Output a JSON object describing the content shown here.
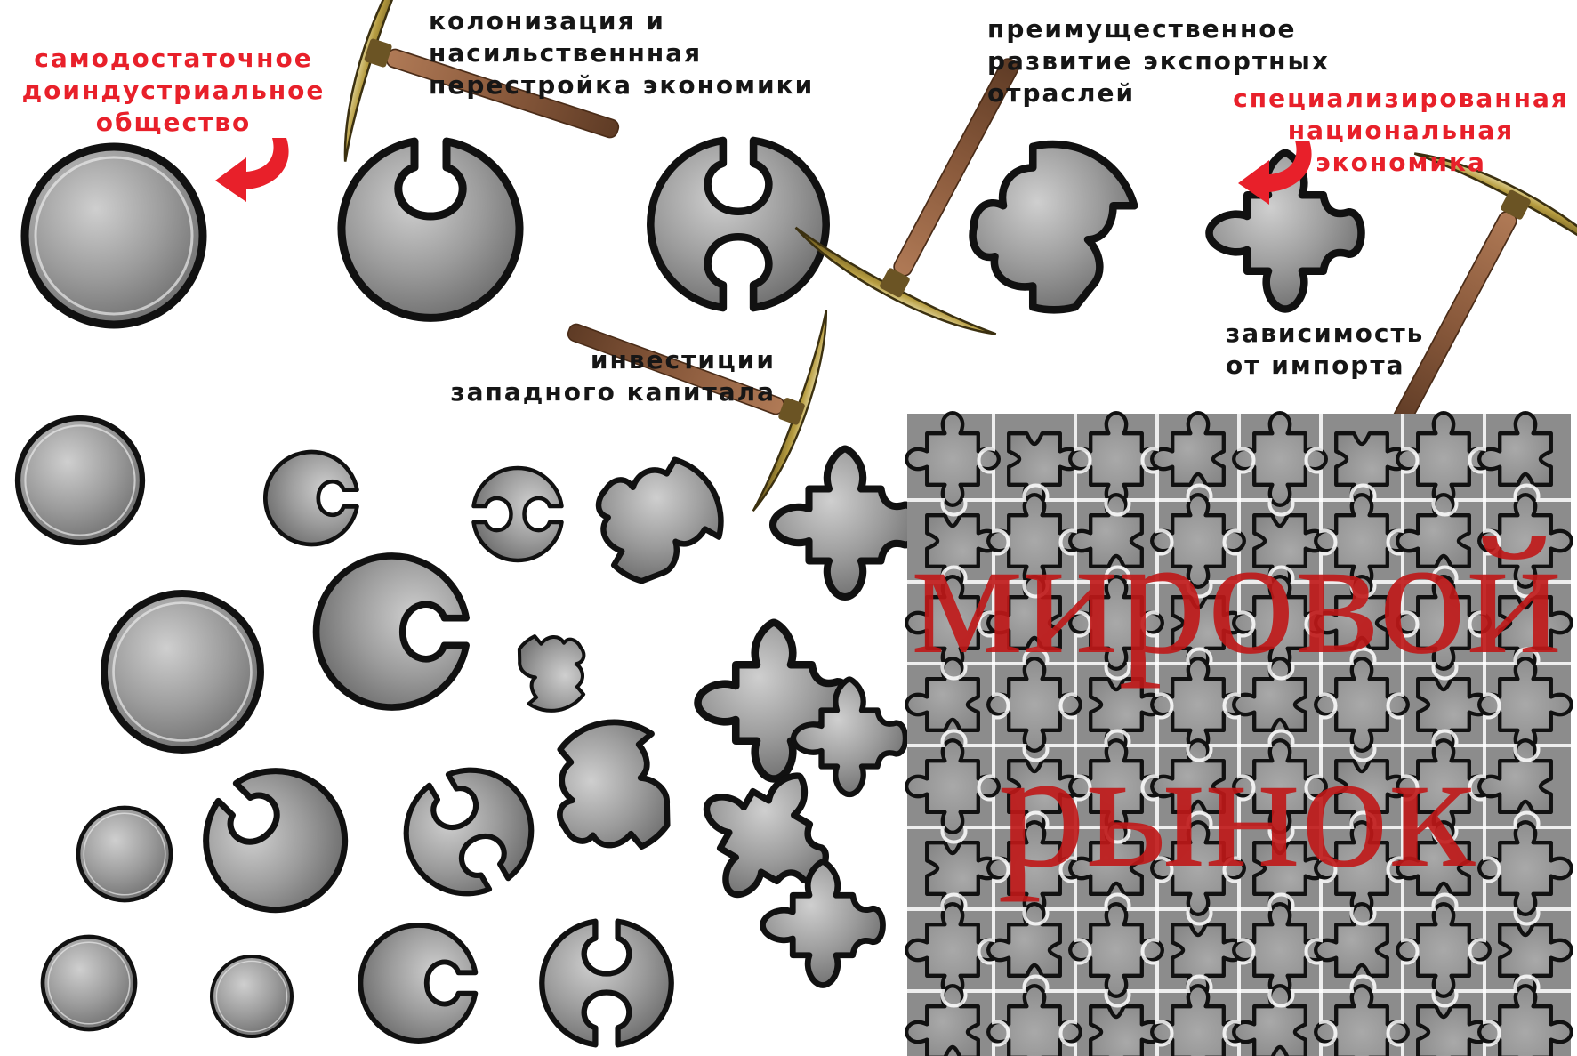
{
  "labels": {
    "self_sufficient": "самодостаточное\nдоиндустриальное\nобщество",
    "colonization": "колонизация и\nнасильственнная\nперестройка экономики",
    "export": "преимущественное\nразвитие экспортных\nотраслей",
    "specialized": "специализированная\nнациональная\nэкономика",
    "investment": "инвестиции\nзападного капитала",
    "import": "зависимость\nот импорта"
  },
  "market": {
    "line1": "мировой",
    "line2": "рынок"
  },
  "colors": {
    "accent_red": "#e8202a",
    "piece_fill": "#9a9a9a",
    "piece_outline": "#111111",
    "handle_wood": "#8a5a3c",
    "blade_gold": "#a48a32",
    "market_text": "#c01818"
  },
  "icons": {
    "arrow": "curved-red-arrow-icon",
    "pickaxe": "pickaxe-icon",
    "piece": "puzzle-piece-icon"
  }
}
